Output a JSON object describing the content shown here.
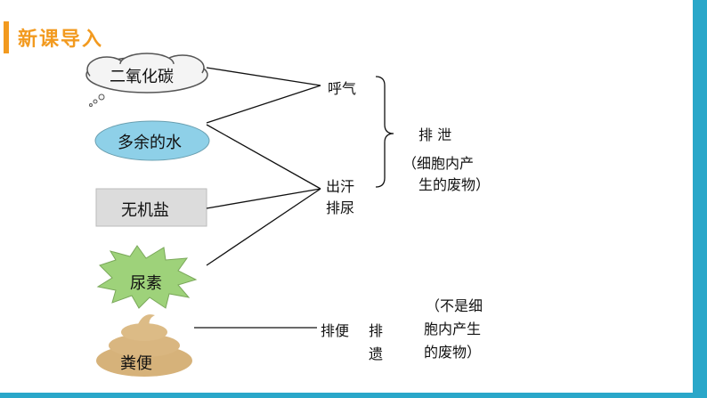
{
  "header": {
    "title": "新课导入"
  },
  "nodes": {
    "co2": "二氧化碳",
    "water": "多余的水",
    "salt": "无机盐",
    "urea": "尿素",
    "feces": "粪便"
  },
  "routes": {
    "breath": "呼气",
    "sweat": "出汗",
    "urine": "排尿",
    "defecate": "排便"
  },
  "groups": {
    "excretion_title": "排 泄",
    "excretion_note_1": "（细胞内产",
    "excretion_note_2": "生的废物）",
    "egestion_title_1": "排",
    "egestion_title_2": "遗",
    "egestion_note_1": "（不是细",
    "egestion_note_2": "胞内产生",
    "egestion_note_3": "的废物）"
  },
  "colors": {
    "accent": "#f29a1f",
    "frame": "#2aa7c9",
    "water_fill": "#8ed0e8",
    "feces_fill": "#d6b27a",
    "urea_fill": "#9ed27a"
  }
}
